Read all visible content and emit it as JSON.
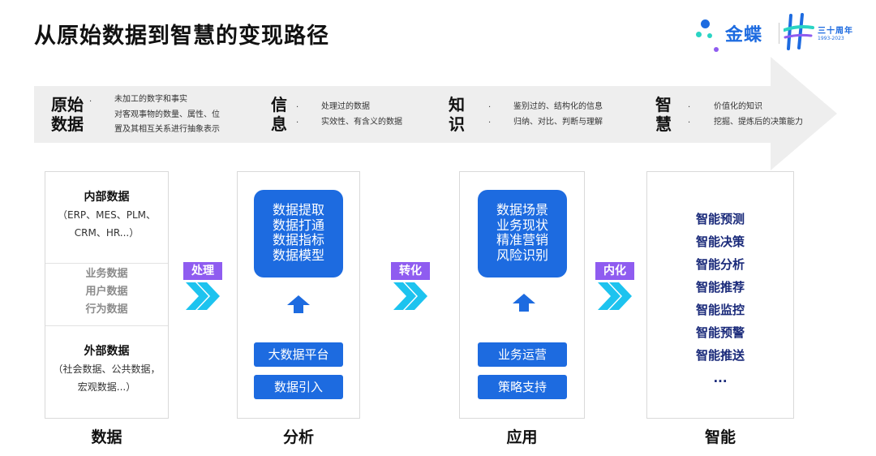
{
  "title": "从原始数据到智慧的变现路径",
  "logo": {
    "brand": "金蝶",
    "anniversary": "三十周年",
    "years": "1993-2023",
    "colors": {
      "primary": "#1d6be0",
      "accent": "#2ad4c4",
      "purple": "#8f5cf0"
    }
  },
  "band": {
    "stages": [
      {
        "title": "原始数据",
        "title_lines": [
          "原始",
          "数据"
        ],
        "bullets": [
          "·"
        ],
        "desc": [
          "未加工的数字和事实",
          "对客观事物的数量、属性、位",
          "置及其相互关系进行抽象表示"
        ]
      },
      {
        "title": "信息",
        "title_lines": [
          "信",
          "息"
        ],
        "bullets": [
          "·",
          "·"
        ],
        "desc": [
          "处理过的数据",
          "实效性、有含义的数据"
        ]
      },
      {
        "title": "知识",
        "title_lines": [
          "知",
          "识"
        ],
        "bullets": [
          "·",
          "·"
        ],
        "desc": [
          "鉴别过的、结构化的信息",
          "归纳、对比、判断与理解"
        ]
      },
      {
        "title": "智慧",
        "title_lines": [
          "智",
          "慧"
        ],
        "bullets": [
          "·",
          "·"
        ],
        "desc": [
          "价值化的知识",
          "挖掘、提炼后的决策能力"
        ]
      }
    ]
  },
  "cards": {
    "data": {
      "label": "数据",
      "internal": {
        "head": "内部数据",
        "lines": [
          "（ERP、MES、PLM、",
          "CRM、HR...）"
        ]
      },
      "middle": [
        "业务数据",
        "用户数据",
        "行为数据"
      ],
      "external": {
        "head": "外部数据",
        "lines": [
          "（社会数据、公共数据，",
          "宏观数据...）"
        ]
      }
    },
    "analysis": {
      "label": "分析",
      "block": [
        "数据提取",
        "数据打通",
        "数据指标",
        "数据模型"
      ],
      "buttons": [
        "大数据平台",
        "数据引入"
      ]
    },
    "application": {
      "label": "应用",
      "block": [
        "数据场景",
        "业务现状",
        "精准营销",
        "风险识别"
      ],
      "buttons": [
        "业务运营",
        "策略支持"
      ]
    },
    "intelligence": {
      "label": "智能",
      "items": [
        "智能预测",
        "智能决策",
        "智能分析",
        "智能推荐",
        "智能监控",
        "智能预警",
        "智能推送",
        "..."
      ]
    }
  },
  "connectors": [
    "处理",
    "转化",
    "内化"
  ]
}
